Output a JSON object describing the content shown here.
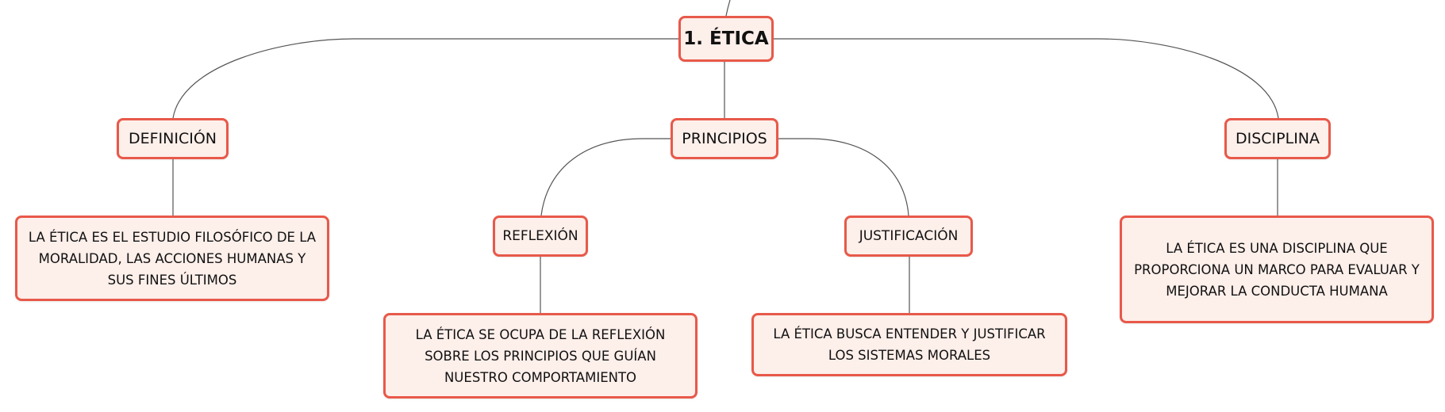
{
  "colors": {
    "node_fill": "#fdefea",
    "node_border": "#e8594a",
    "connector": "#555555"
  },
  "root": {
    "label": "1. ÉTICA"
  },
  "branches": [
    {
      "label": "DEFINICIÓN",
      "detail": "LA ÉTICA ES EL ESTUDIO FILOSÓFICO DE LA MORALIDAD, LAS ACCIONES HUMANAS Y SUS FINES ÚLTIMOS"
    },
    {
      "label": "PRINCIPIOS",
      "children": [
        {
          "label": "REFLEXIÓN",
          "detail": "LA ÉTICA SE OCUPA DE LA REFLEXIÓN SOBRE LOS PRINCIPIOS QUE GUÍAN NUESTRO COMPORTAMIENTO"
        },
        {
          "label": "JUSTIFICACIÓN",
          "detail": "LA ÉTICA BUSCA ENTENDER Y JUSTIFICAR LOS SISTEMAS MORALES"
        }
      ]
    },
    {
      "label": "DISCIPLINA",
      "detail": "LA ÉTICA ES UNA DISCIPLINA QUE PROPORCIONA UN MARCO PARA EVALUAR Y MEJORAR LA CONDUCTA HUMANA"
    }
  ]
}
